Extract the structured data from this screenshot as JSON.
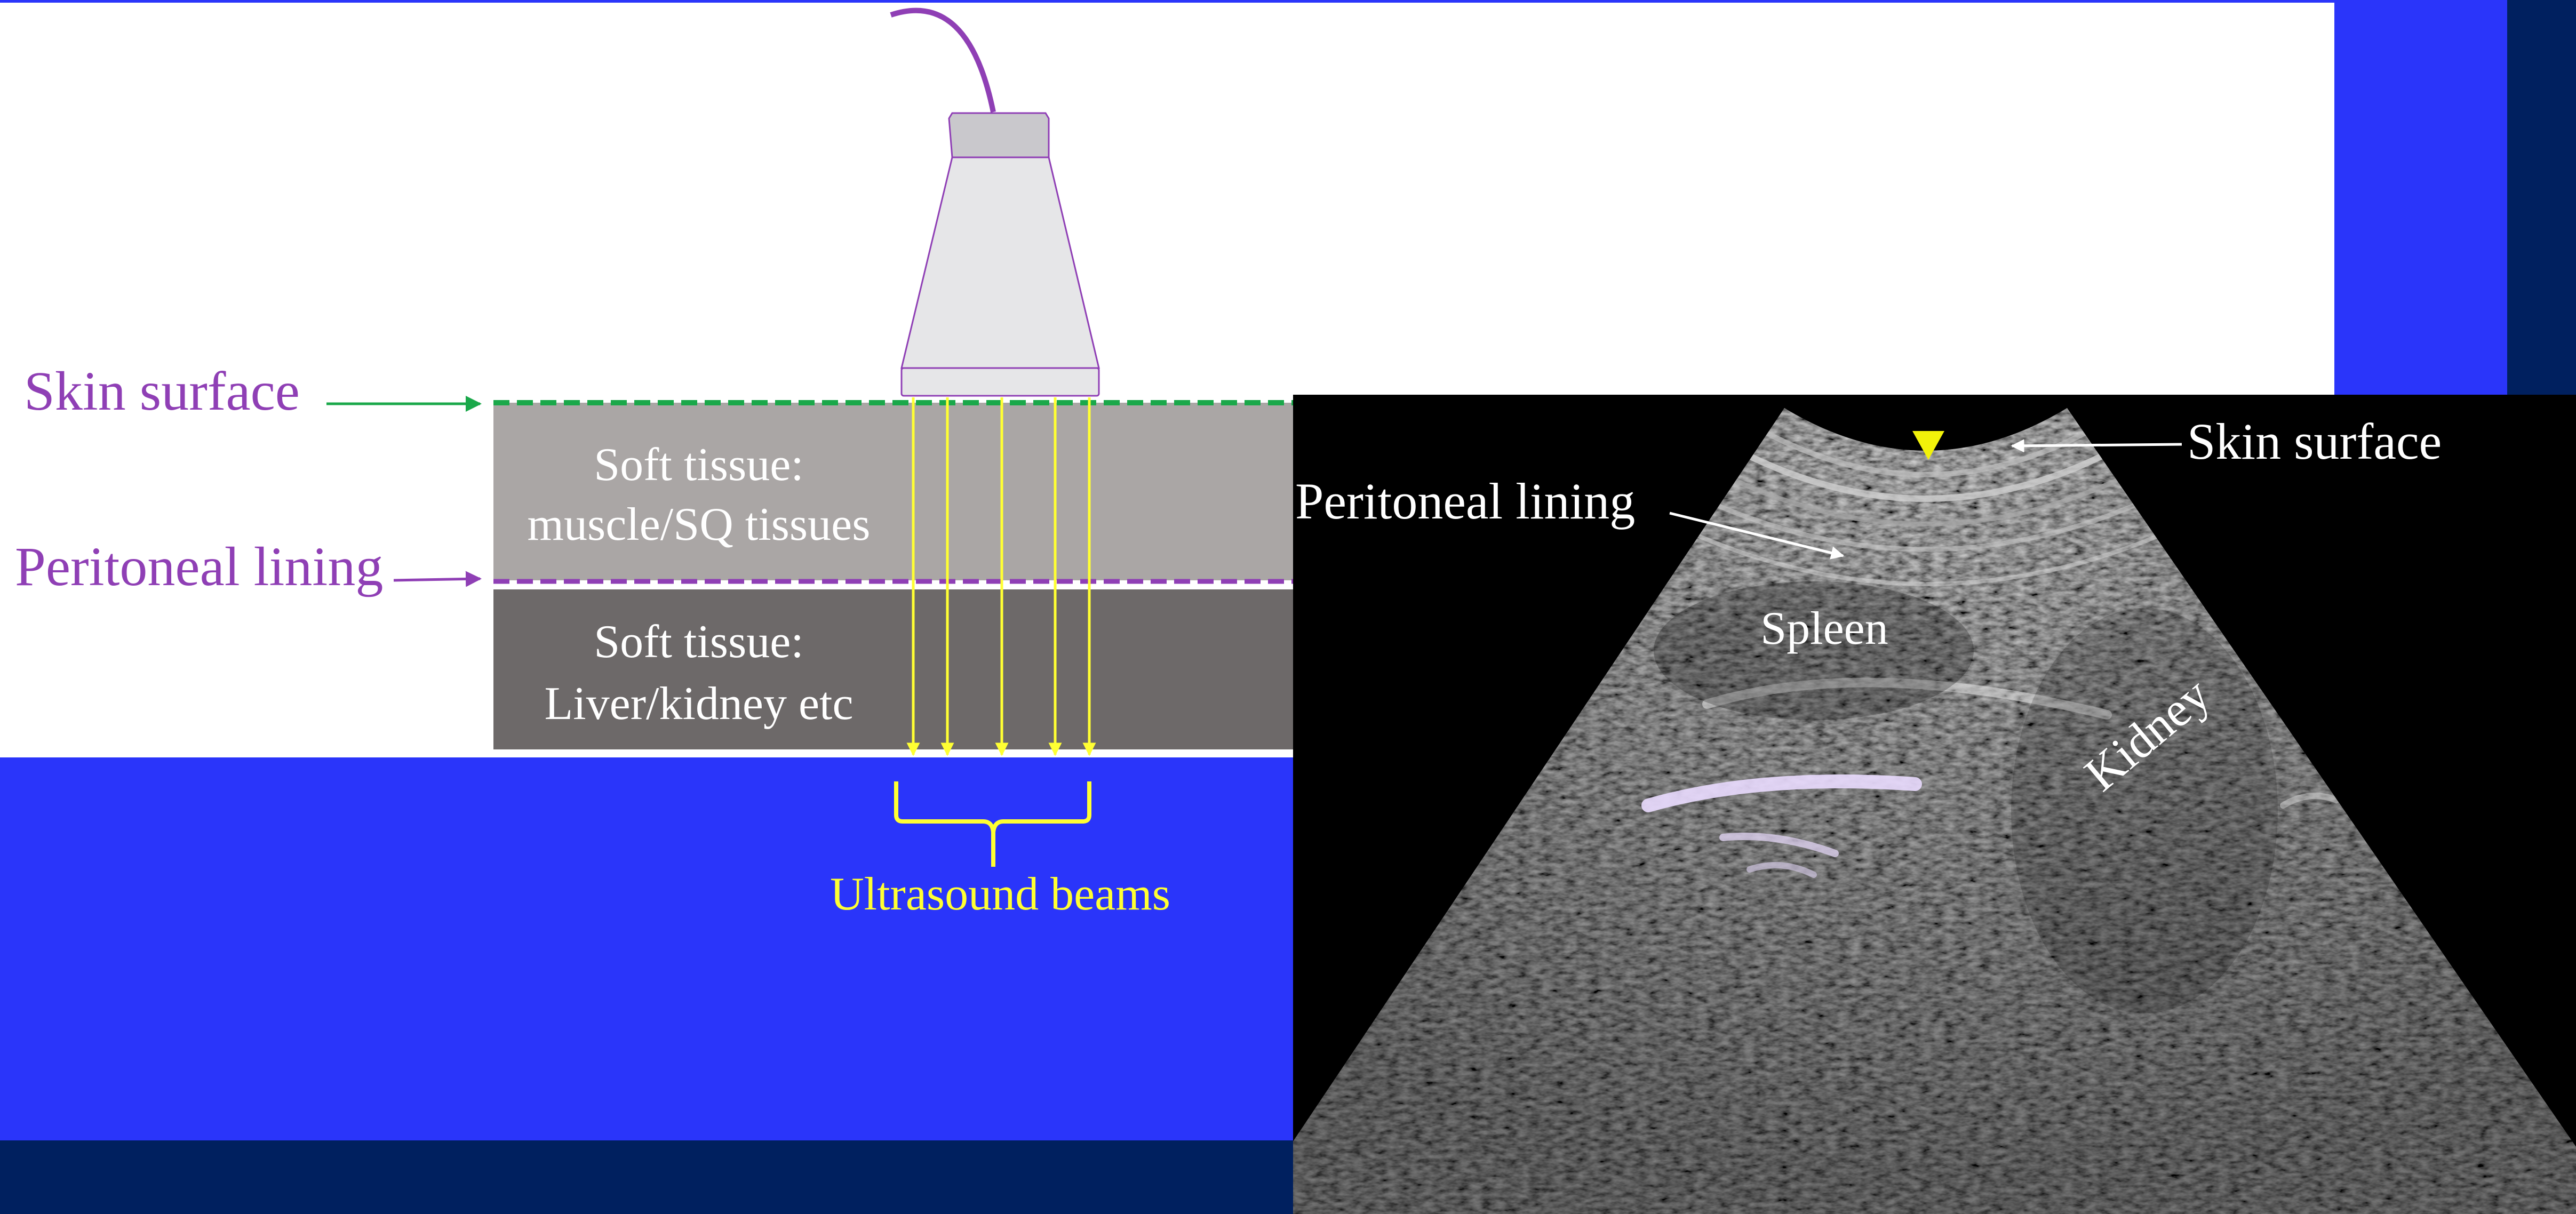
{
  "colors": {
    "slide_background": "#2a35fa",
    "footer_band": "#00205f",
    "right_band": "#00205f",
    "diagram_background": "#ffffff",
    "label_purple": "#8f3fb5",
    "skin_line_green": "#1aa84a",
    "beam_yellow": "#ffff33",
    "soft_tissue_upper": "#aaa6a5",
    "soft_tissue_lower": "#6d6969",
    "probe_body": "#e6e6e8",
    "probe_outline": "#8f3fb5",
    "ultrasound_image_background": "#000000"
  },
  "diagram": {
    "skin_surface_label": "Skin surface",
    "peritoneal_lining_label": "Peritoneal lining",
    "upper_layer": {
      "line1": "Soft tissue:",
      "line2": "muscle/SQ tissues"
    },
    "lower_layer": {
      "line1": "Soft tissue:",
      "line2": "Liver/kidney etc"
    },
    "beams_label": "Ultrasound beams",
    "beam_count": 5,
    "probe_icon": "ultrasound-probe-icon"
  },
  "ultrasound_image": {
    "skin_surface_label": "Skin surface",
    "peritoneal_lining_label": "Peritoneal lining",
    "spleen_label": "Spleen",
    "kidney_label": "Kidney",
    "marker_icon": "orientation-marker-icon"
  }
}
